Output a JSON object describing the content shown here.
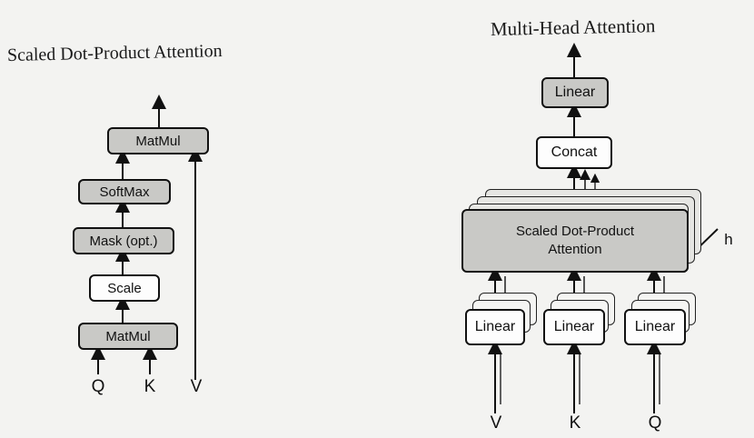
{
  "left": {
    "title": "Scaled Dot-Product Attention",
    "boxes": {
      "matmul_top": "MatMul",
      "softmax": "SoftMax",
      "mask": "Mask (opt.)",
      "scale": "Scale",
      "matmul_bottom": "MatMul"
    },
    "inputs": {
      "q": "Q",
      "k": "K",
      "v": "V"
    }
  },
  "right": {
    "title": "Multi-Head Attention",
    "boxes": {
      "linear_top": "Linear",
      "concat": "Concat",
      "sdpa": "Scaled Dot-Product Attention",
      "linear_v": "Linear",
      "linear_k": "Linear",
      "linear_q": "Linear"
    },
    "heads_label": "h",
    "inputs": {
      "v": "V",
      "k": "K",
      "q": "Q"
    }
  },
  "colors": {
    "box_gray": "#c9c9c6",
    "box_white": "#fdfdfd",
    "stroke": "#111111"
  }
}
